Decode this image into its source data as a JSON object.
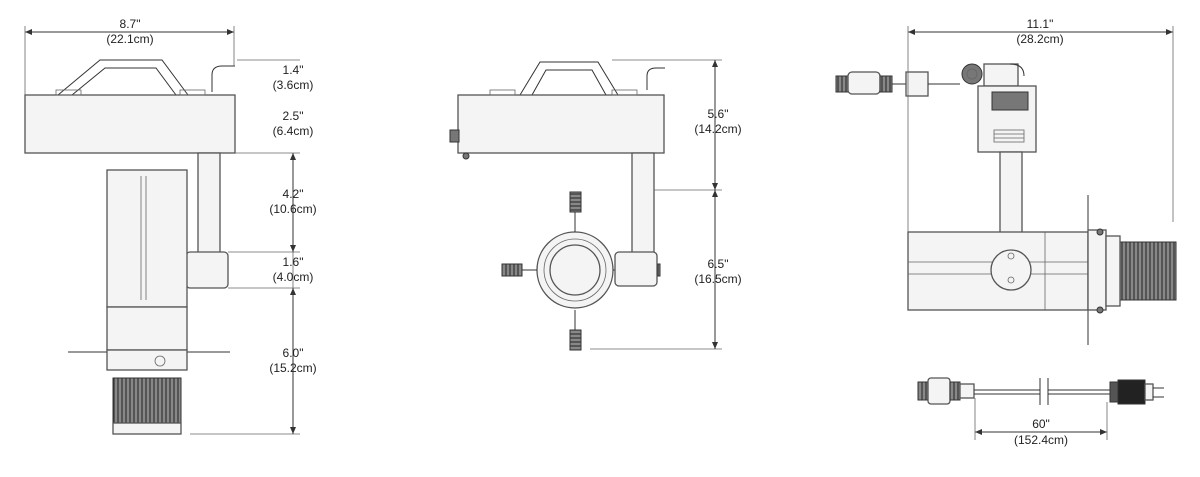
{
  "front_view": {
    "width": {
      "in": "8.7\"",
      "cm": "(22.1cm)"
    },
    "d1": {
      "in": "1.4\"",
      "cm": "(3.6cm)"
    },
    "d2": {
      "in": "2.5\"",
      "cm": "(6.4cm)"
    },
    "d3": {
      "in": "4.2\"",
      "cm": "(10.6cm)"
    },
    "d4": {
      "in": "1.6\"",
      "cm": "(4.0cm)"
    },
    "d5": {
      "in": "6.0\"",
      "cm": "(15.2cm)"
    }
  },
  "center_view": {
    "d1": {
      "in": "5.6\"",
      "cm": "(14.2cm)"
    },
    "d2": {
      "in": "6.5\"",
      "cm": "(16.5cm)"
    }
  },
  "side_view": {
    "length": {
      "in": "11.1\"",
      "cm": "(28.2cm)"
    }
  },
  "cable": {
    "length": {
      "in": "60\"",
      "cm": "(152.4cm)"
    }
  }
}
